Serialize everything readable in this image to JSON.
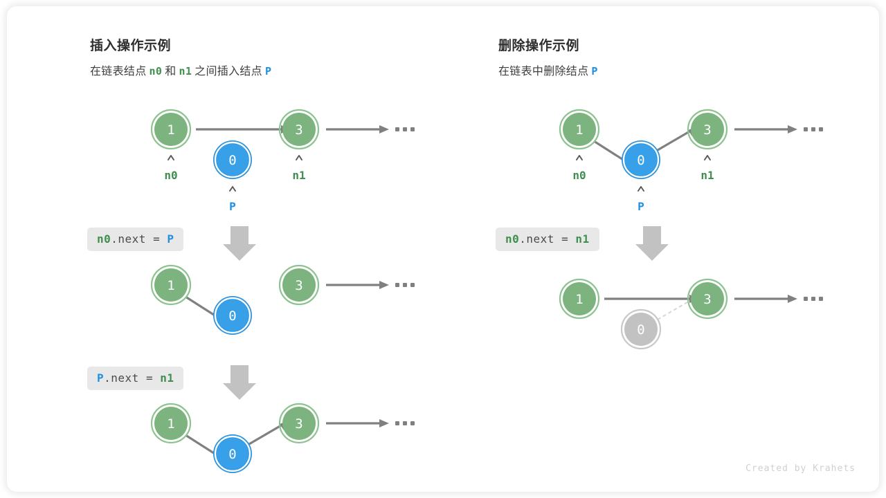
{
  "figure": {
    "credit": "Created by Krahets",
    "colors": {
      "node_green_fill": "#7cb37e",
      "node_green_ring": "#8cc38e",
      "node_blue_fill": "#38a0e8",
      "node_blue_ring": "#2a93e0",
      "node_gray_fill": "#c2c2c2",
      "node_gray_ring": "#c9c9c9",
      "arrow_gray": "#808080",
      "chip_bg": "#e8e8e8",
      "label_green": "#3f8f4f",
      "label_blue": "#1f8fe0",
      "card_bg": "#ffffff",
      "page_bg": "#ffffff"
    }
  },
  "panels": [
    {
      "id": "insert",
      "title": "插入操作示例",
      "subtitle": {
        "part1": "在链表结点",
        "code1": "n0",
        "part2": "和",
        "code2": "n1",
        "part3": "之间插入结点",
        "code3": "P"
      },
      "steps": [
        {
          "id": "insert-step-0",
          "code_chip": null,
          "nodes": [
            {
              "name": "node-n0",
              "value": "1",
              "style": "green",
              "pointer": "n0",
              "pointer_style": "green"
            },
            {
              "name": "node-p",
              "value": "0",
              "style": "blue",
              "pointer": "P",
              "pointer_style": "blue"
            },
            {
              "name": "node-n1",
              "value": "3",
              "style": "green",
              "pointer": "n1",
              "pointer_style": "green"
            }
          ],
          "ellipsis": "..."
        },
        {
          "id": "insert-step-1",
          "code_chip": {
            "target": "n0",
            "target_style": "green",
            "middle": ".next = ",
            "value": "P",
            "value_style": "blue"
          },
          "nodes": [
            {
              "name": "node-n0",
              "value": "1",
              "style": "green"
            },
            {
              "name": "node-p",
              "value": "0",
              "style": "blue"
            },
            {
              "name": "node-n1",
              "value": "3",
              "style": "green"
            }
          ],
          "ellipsis": "..."
        },
        {
          "id": "insert-step-2",
          "code_chip": {
            "target": "P",
            "target_style": "blue",
            "middle": ".next = ",
            "value": "n1",
            "value_style": "green"
          },
          "nodes": [
            {
              "name": "node-n0",
              "value": "1",
              "style": "green"
            },
            {
              "name": "node-p",
              "value": "0",
              "style": "blue"
            },
            {
              "name": "node-n1",
              "value": "3",
              "style": "green"
            }
          ],
          "ellipsis": "..."
        }
      ]
    },
    {
      "id": "delete",
      "title": "删除操作示例",
      "subtitle": {
        "part1": "在链表中删除结点",
        "code1": "P",
        "part2": "",
        "code2": "",
        "part3": "",
        "code3": ""
      },
      "steps": [
        {
          "id": "delete-step-0",
          "code_chip": null,
          "nodes": [
            {
              "name": "node-n0",
              "value": "1",
              "style": "green",
              "pointer": "n0",
              "pointer_style": "green"
            },
            {
              "name": "node-p",
              "value": "0",
              "style": "blue",
              "pointer": "P",
              "pointer_style": "blue"
            },
            {
              "name": "node-n1",
              "value": "3",
              "style": "green",
              "pointer": "n1",
              "pointer_style": "green"
            }
          ],
          "ellipsis": "..."
        },
        {
          "id": "delete-step-1",
          "code_chip": {
            "target": "n0",
            "target_style": "green",
            "middle": ".next = ",
            "value": "n1",
            "value_style": "green"
          },
          "nodes": [
            {
              "name": "node-n0",
              "value": "1",
              "style": "green"
            },
            {
              "name": "node-p-removed",
              "value": "0",
              "style": "gray"
            },
            {
              "name": "node-n1",
              "value": "3",
              "style": "green"
            }
          ],
          "ellipsis": "..."
        }
      ]
    }
  ]
}
